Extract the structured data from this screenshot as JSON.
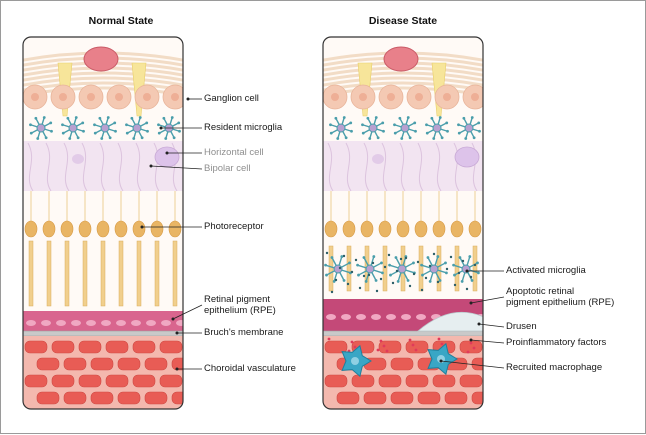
{
  "titles": {
    "normal": "Normal State",
    "disease": "Disease State"
  },
  "normal_labels": {
    "ganglion": "Ganglion cell",
    "microglia": "Resident microglia",
    "horizontal": "Horizontal cell",
    "bipolar": "Bipolar cell",
    "photoreceptor": "Photoreceptor",
    "rpe": "Retinal pigment\nepithelium (RPE)",
    "bruch": "Bruch's membrane",
    "choroid": "Choroidal vasculature"
  },
  "disease_labels": {
    "activated_microglia": "Activated microglia",
    "apoptotic_rpe": "Apoptotic retinal\npigment epithelium (RPE)",
    "drusen": "Drusen",
    "proinflammatory": "Proinflammatory factors",
    "macrophage": "Recruited macrophage"
  },
  "colors": {
    "ganglion": "#f4c9b3",
    "nerve_fiber": "#f2dcc6",
    "vessel": "#e8808a",
    "microglia": "#4a9eab",
    "bipolar_zone": "#efdff0",
    "photoreceptor": "#e9b564",
    "rpe": "#d9658e",
    "rpe_disease": "#c44978",
    "bruch": "#c9c9c9",
    "choroid": "#e85c55",
    "drusen": "#e6eef0",
    "macrophage": "#39a6c5"
  }
}
